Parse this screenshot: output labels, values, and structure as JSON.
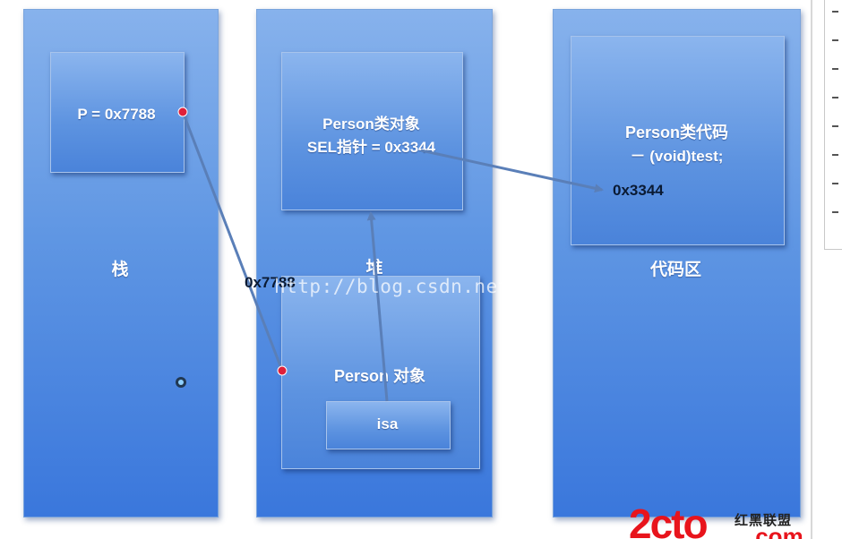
{
  "stack": {
    "title": "栈",
    "pointer_box": "P = 0x7788"
  },
  "heap": {
    "title": "堆",
    "class_object": {
      "line1": "Person类对象",
      "line2": "SEL指针  = 0x3344"
    },
    "instance_object": {
      "title": "Person 对象",
      "isa": "isa"
    }
  },
  "code_area": {
    "title": "代码区",
    "class_code": {
      "line1": "Person类代码",
      "line2": "－ (void)test;"
    }
  },
  "annotations": {
    "address_stack_to_heap": "0x7788",
    "address_sel_to_code": "0x3344"
  },
  "watermark": "http://blog.csdn.net/",
  "logo": {
    "main": "2cto",
    "cn": "红黑联盟",
    "suffix": ".com"
  },
  "colors": {
    "column": "#5f96e3",
    "arrow": "#5a7fb8",
    "dot": "#e0203a",
    "logo_red": "#e8141c"
  }
}
